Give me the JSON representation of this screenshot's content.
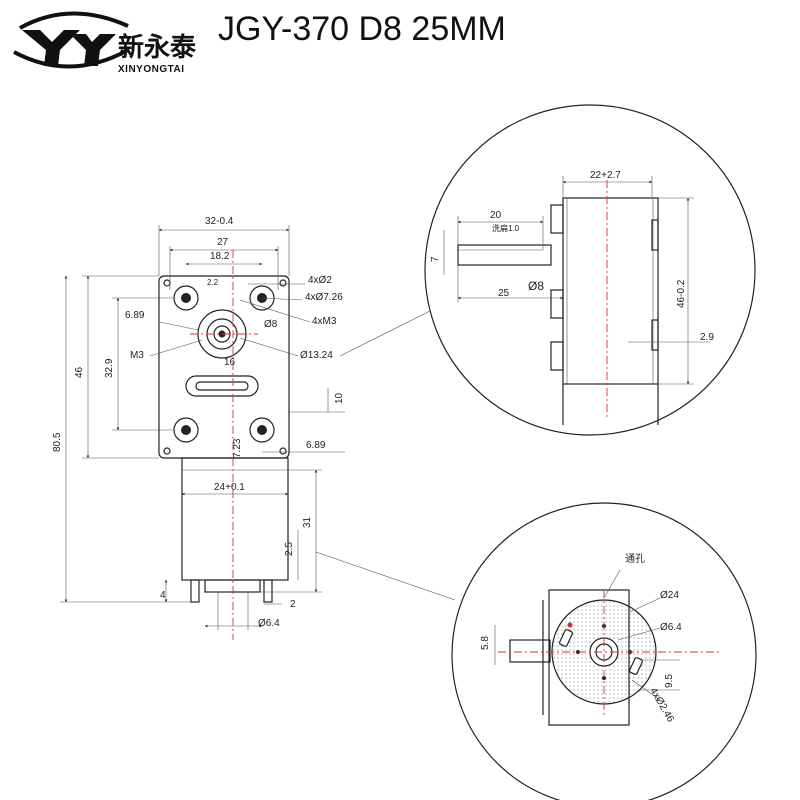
{
  "header": {
    "title": "JGY-370 D8 25MM",
    "brand_cn": "新永泰",
    "brand_en": "XINYONGTAI"
  },
  "front_view": {
    "width_top": "32-0.4",
    "width_mid": "27",
    "width_inner": "18.2",
    "small_top": "2.2",
    "holes_2": "4xØ2",
    "holes_726": "4xØ7.26",
    "holes_m3": "4xM3",
    "offset_left": "6.89",
    "shaft_d": "Ø8",
    "m3_label": "M3",
    "boss_d": "Ø13.24",
    "height_329": "32.9",
    "height_46": "46",
    "height_805": "80.5",
    "slot_16": "16",
    "right_10": "10",
    "right_689": "6.89",
    "dim_723": "7.23",
    "motor_width": "24+0.1",
    "motor_len": "31",
    "dim_25": "2.5",
    "terminal_4": "4",
    "terminal_2": "2",
    "motor_shaft_d": "Ø6.4"
  },
  "side_view": {
    "top_width": "22+2.7",
    "shaft_len_20": "20",
    "flat_label": "洗扁1.0",
    "dim_7": "7",
    "shaft_d": "Ø8",
    "shaft_len_25": "25",
    "height": "46-0.2",
    "dim_29": "2.9"
  },
  "end_view": {
    "through_hole": "通孔",
    "d24": "Ø24",
    "d64": "Ø6.4",
    "dim_58": "5.8",
    "dim_95": "9.5",
    "holes_246": "4xØ2.46"
  }
}
